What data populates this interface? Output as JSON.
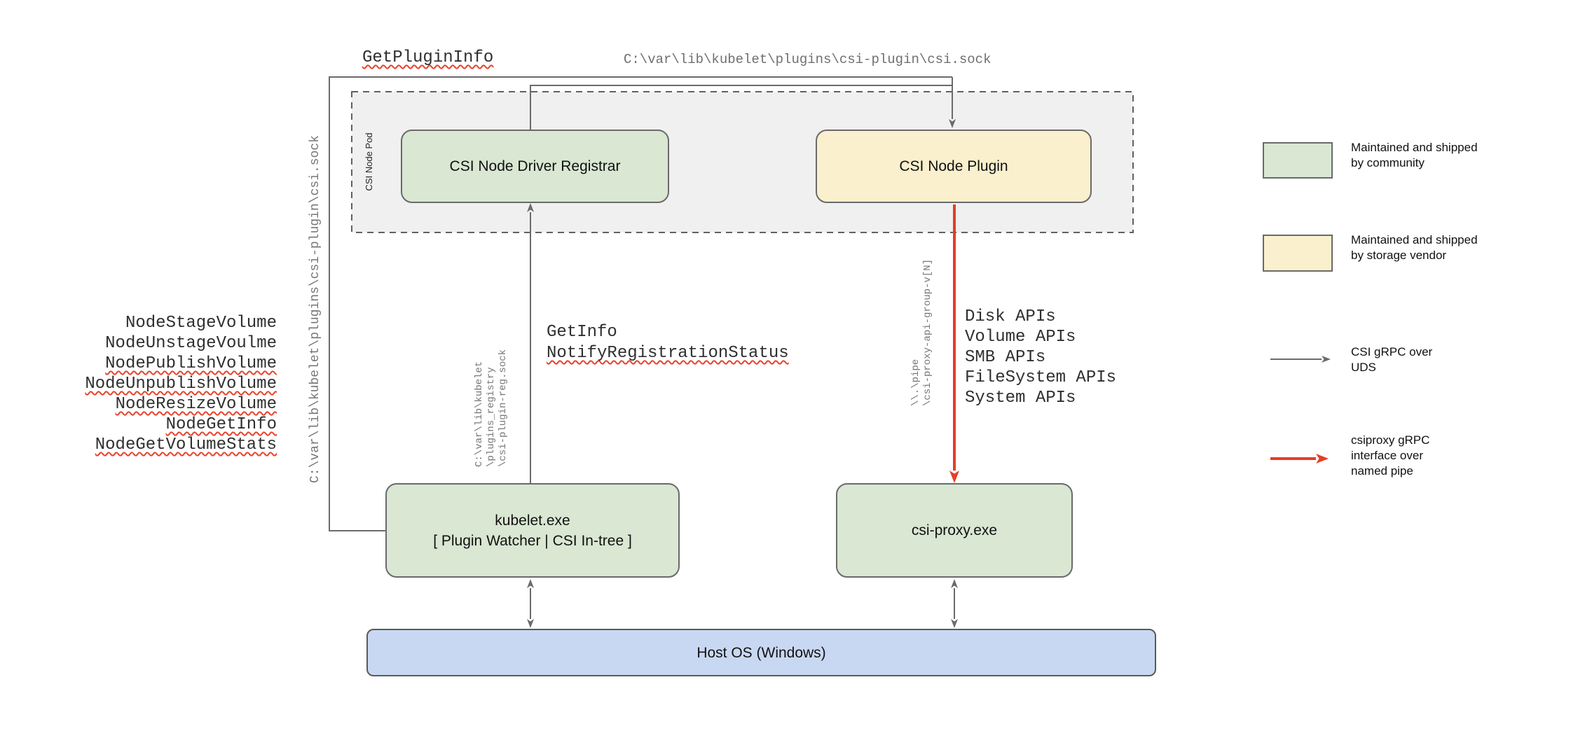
{
  "pod": {
    "label": "CSI Node Pod"
  },
  "boxes": {
    "registrar": "CSI Node Driver Registrar",
    "plugin": "CSI Node Plugin",
    "kubelet_line1": "kubelet.exe",
    "kubelet_line2": "[ Plugin Watcher | CSI In-tree ]",
    "csi_proxy": "csi-proxy.exe",
    "host_os": "Host OS (Windows)"
  },
  "paths": {
    "top_socket": "C:\\var\\lib\\kubelet\\plugins\\csi-plugin\\csi.sock",
    "left_socket": "C:\\var\\lib\\kubelet\\plugins\\csi-plugin\\csi.sock",
    "registry_socket_lines": [
      "C:\\var\\lib\\kubelet",
      "\\plugins_registry",
      "\\csi-plugin-reg.sock"
    ],
    "named_pipe_lines": [
      "\\\\.\\pipe",
      "\\csi-proxy-api-group-v[N]"
    ]
  },
  "rpc": {
    "get_plugin_info": "GetPluginInfo",
    "node_calls": [
      "NodeStageVolume",
      "NodeUnstageVoulme",
      "NodePublishVolume",
      "NodeUnpublishVolume",
      "NodeResizeVolume",
      "NodeGetInfo",
      "NodeGetVolumeStats"
    ],
    "registration_calls": [
      "GetInfo",
      "NotifyRegistrationStatus"
    ],
    "proxy_api_groups": [
      "Disk APIs",
      "Volume APIs",
      "SMB APIs",
      "FileSystem APIs",
      "System APIs"
    ]
  },
  "legend": {
    "community": {
      "lines": [
        "Maintained and shipped",
        "by community"
      ],
      "color": "#d9e7d3"
    },
    "vendor": {
      "lines": [
        "Maintained and shipped",
        "by storage vendor"
      ],
      "color": "#faf0cd"
    },
    "uds": {
      "lines": [
        "CSI gRPC over",
        "UDS"
      ],
      "color": "#6b6b6b"
    },
    "named_pipe": {
      "lines": [
        "csiproxy gRPC",
        "interface over",
        "named pipe"
      ],
      "color": "#e53e28"
    }
  },
  "colors": {
    "community_green": "#d9e7d3",
    "vendor_yellow": "#faf0cd",
    "host_os_blue": "#c9d8f2",
    "pod_gray": "#f0f0f0",
    "wire_gray": "#6b6b6b",
    "pipe_red": "#e53e28",
    "squiggle_red": "#e8432d"
  }
}
